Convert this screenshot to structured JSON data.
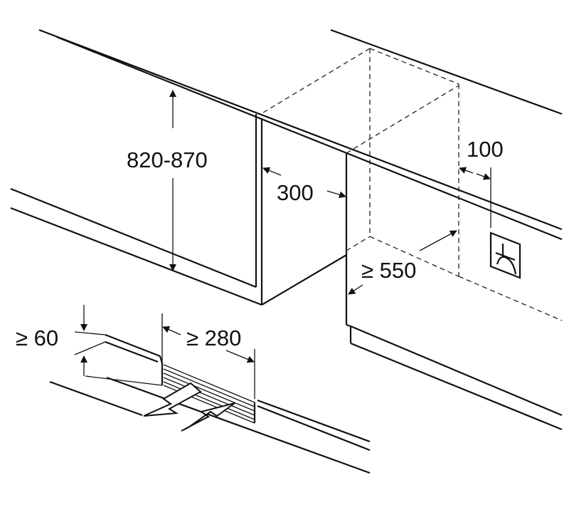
{
  "diagram": {
    "dimensions": {
      "height_range": "820-870",
      "side_depth": "300",
      "min_depth": "≥ 550",
      "socket_offset": "100",
      "plinth_vent_height": "≥ 60",
      "plinth_vent_width": "≥ 280"
    },
    "icons": [
      "power-socket-icon",
      "airflow-out-arrow-icon",
      "airflow-in-arrow-icon",
      "vent-grille-icon"
    ],
    "line_color": "#111111"
  }
}
